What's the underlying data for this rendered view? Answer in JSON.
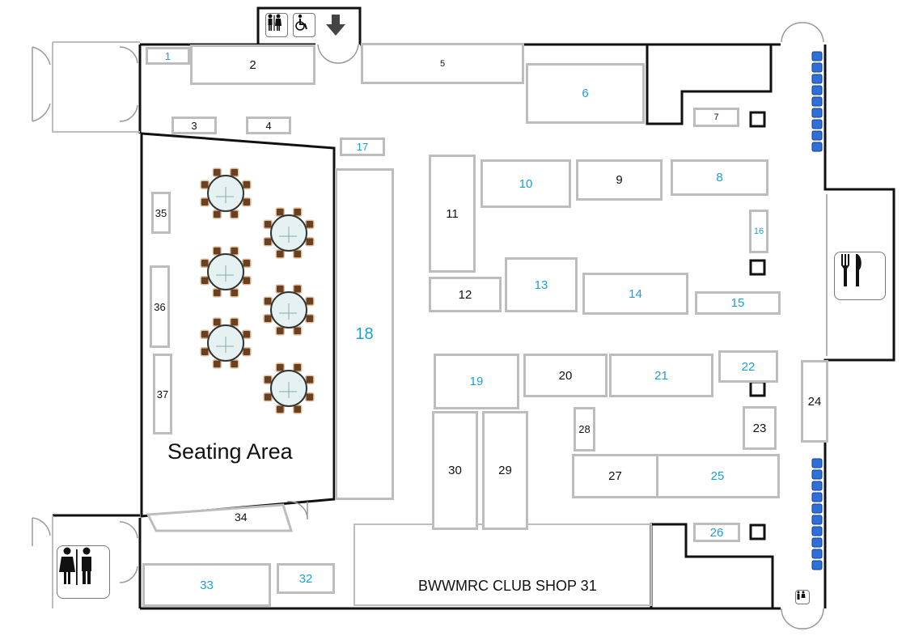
{
  "colors": {
    "wall": "#111111",
    "stall_border": "#bdbdbd",
    "highlight_text": "#1aa0d8",
    "normal_text": "#111111",
    "seat_blue": "#2f6fd8"
  },
  "icons": [
    "restroom-icon",
    "wheelchair-icon",
    "entry-arrow-icon",
    "cutlery-icon",
    "toilets-icon",
    "toilet-small-icon"
  ],
  "areas": {
    "seating": "Seating Area",
    "shop": "BWWMRC CLUB SHOP 31"
  },
  "stalls": {
    "s1": "1",
    "s2": "2",
    "s3": "3",
    "s4": "4",
    "s5": "5",
    "s6": "6",
    "s7": "7",
    "s8": "8",
    "s9": "9",
    "s10": "10",
    "s11": "11",
    "s12": "12",
    "s13": "13",
    "s14": "14",
    "s15": "15",
    "s16": "16",
    "s17": "17",
    "s18": "18",
    "s19": "19",
    "s20": "20",
    "s21": "21",
    "s22": "22",
    "s23": "23",
    "s24": "24",
    "s25": "25",
    "s26": "26",
    "s27": "27",
    "s28": "28",
    "s29": "29",
    "s30": "30",
    "s32": "32",
    "s33": "33",
    "s34": "34",
    "s35": "35",
    "s36": "36",
    "s37": "37"
  }
}
